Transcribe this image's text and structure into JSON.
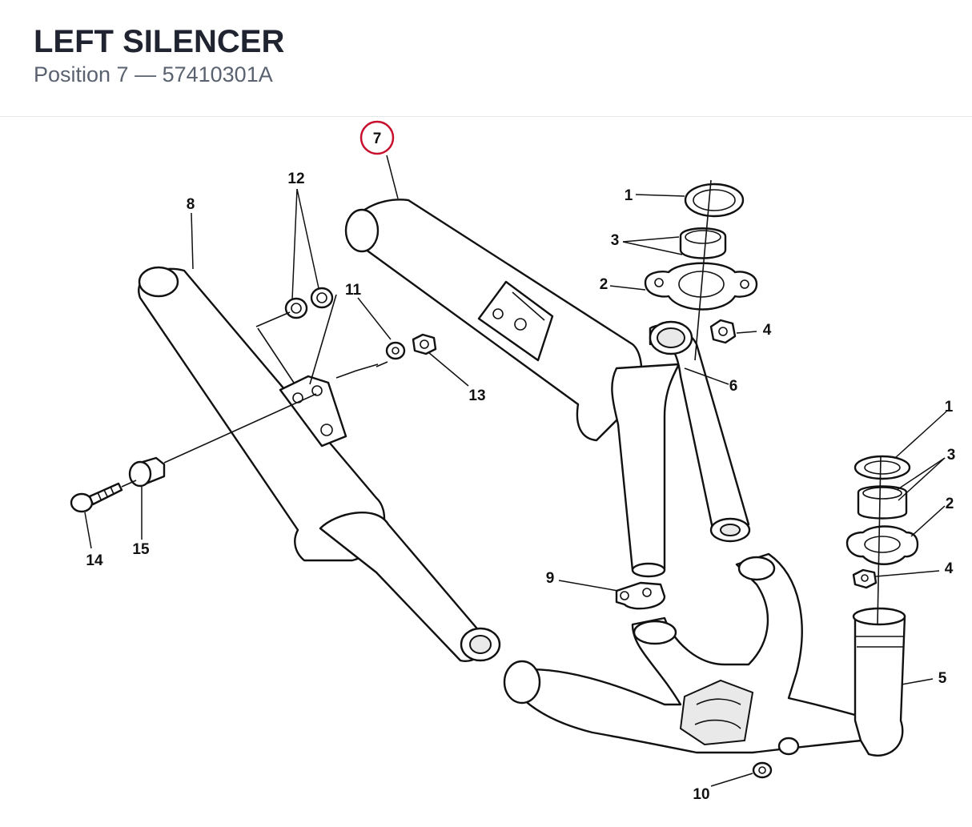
{
  "header": {
    "title": "LEFT SILENCER",
    "subtitle": "Position 7 — 57410301A"
  },
  "highlight": {
    "callout": "7",
    "color": "#c8102e"
  },
  "callouts": {
    "c1a": "1",
    "c3a": "3",
    "c2a": "2",
    "c4a": "4",
    "c6": "6",
    "c8": "8",
    "c12": "12",
    "c11": "11",
    "c13": "13",
    "c14": "14",
    "c15": "15",
    "c9": "9",
    "c10": "10",
    "c1b": "1",
    "c3b": "3",
    "c2b": "2",
    "c4b": "4",
    "c5": "5"
  }
}
